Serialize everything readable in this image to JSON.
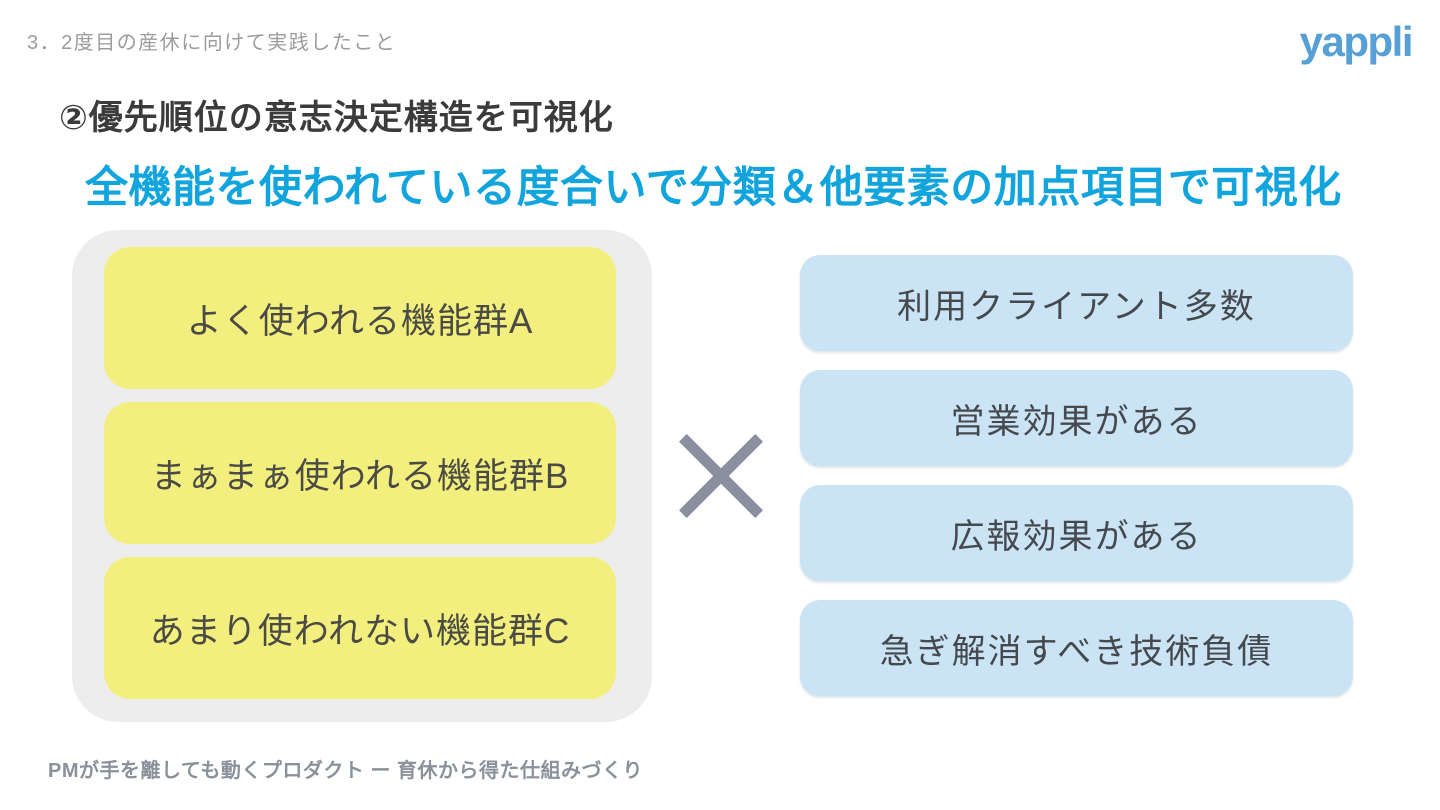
{
  "page": {
    "breadcrumb": "3．2度目の産休に向けて実践したこと",
    "logo_text": "yappli",
    "title": "②優先順位の意志決定構造を可視化",
    "subtitle": "全機能を使われている度合いで分類＆他要素の加点項目で可視化",
    "footer": "PMが手を離しても動くプロダクト ー 育休から得た仕組みづくり"
  },
  "diagram": {
    "left_group": {
      "items": [
        {
          "label": "よく使われる機能群A"
        },
        {
          "label": "まぁまぁ使われる機能群B"
        },
        {
          "label": "あまり使われない機能群C"
        }
      ]
    },
    "operator": "×",
    "right_group": {
      "items": [
        {
          "label": "利用クライアント多数"
        },
        {
          "label": "営業効果がある"
        },
        {
          "label": "広報効果がある"
        },
        {
          "label": "急ぎ解消すべき技術負債"
        }
      ]
    }
  },
  "colors": {
    "accent_blue_heading": "#12a4dd",
    "logo_blue": "#57a0d5",
    "yellow_box": "#f3ef7e",
    "blue_box": "#cbe4f5",
    "gray_container": "#ededed",
    "operator_gray": "#8a90a0",
    "muted_text": "#9c9c9c"
  }
}
